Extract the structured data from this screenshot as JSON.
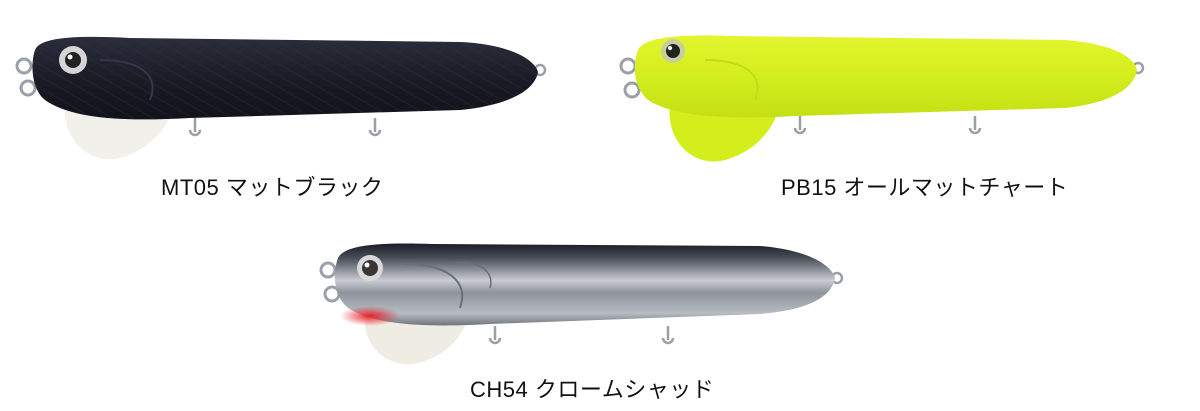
{
  "lures": [
    {
      "label": "MT05 マットブラック",
      "body_color": "#1d1f2a",
      "lip_color": "#f1efe8"
    },
    {
      "label": "PB15 オールマットチャート",
      "body_color": "#d8f020",
      "lip_color": "#d8f020"
    },
    {
      "label": "CH54 クロームシャッド",
      "body_color": "#9aa0a8",
      "lip_color": "#efece4"
    }
  ]
}
